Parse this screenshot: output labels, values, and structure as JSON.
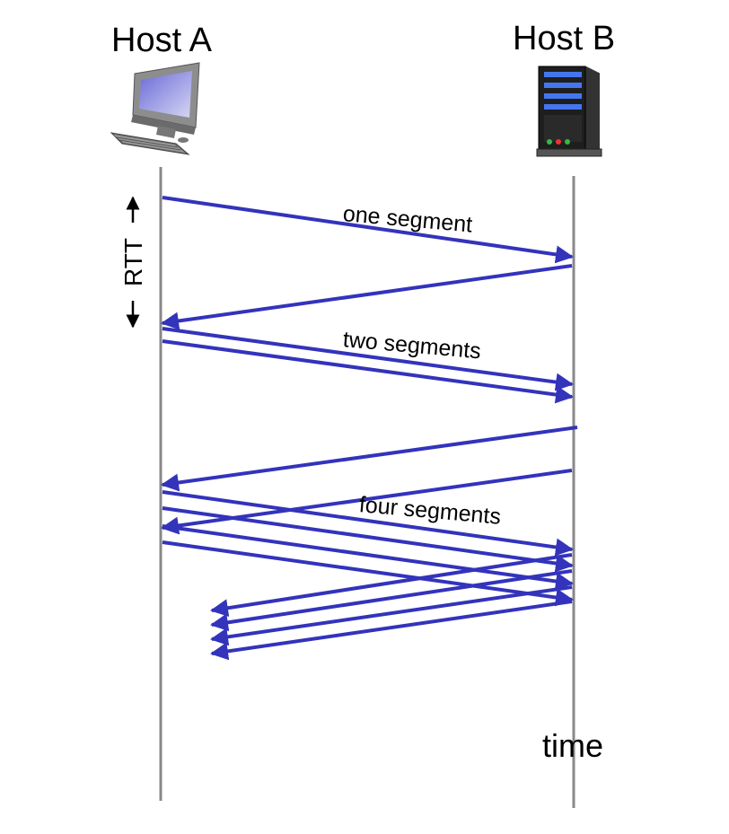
{
  "hosts": {
    "a": {
      "label": "Host A",
      "icon": "desktop-computer-icon"
    },
    "b": {
      "label": "Host B",
      "icon": "server-tower-icon"
    }
  },
  "rtt_label": "RTT",
  "time_label": "time",
  "segment_labels": {
    "one": "one segment",
    "two": "two segments",
    "four": "four segments"
  },
  "colors": {
    "arrow": "#3333bb",
    "timeline": "#888888",
    "server_accent": "#4477ee"
  },
  "rounds": [
    {
      "round": 1,
      "segments_sent": 1,
      "acks_returned": 1
    },
    {
      "round": 2,
      "segments_sent": 2,
      "acks_returned": 2
    },
    {
      "round": 3,
      "segments_sent": 4,
      "acks_returned": 4
    }
  ]
}
